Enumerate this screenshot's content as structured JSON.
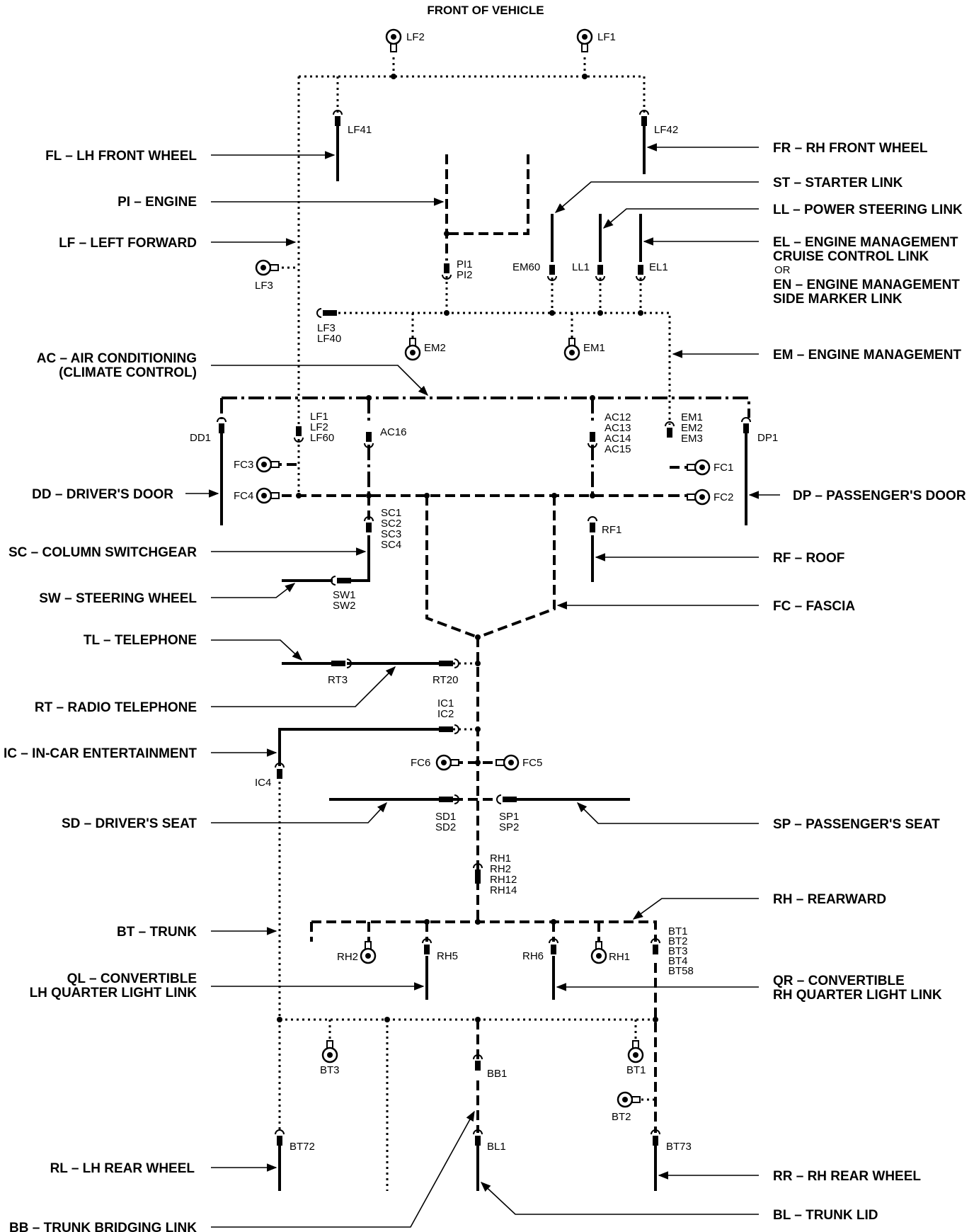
{
  "title": "FRONT OF VEHICLE",
  "left_labels": {
    "fl": "FL – LH FRONT WHEEL",
    "pi": "PI – ENGINE",
    "lf": "LF – LEFT FORWARD",
    "ac1": "AC – AIR CONDITIONING",
    "ac2": "(CLIMATE CONTROL)",
    "dd": "DD – DRIVER'S DOOR",
    "sc": "SC – COLUMN SWITCHGEAR",
    "sw": "SW – STEERING WHEEL",
    "tl": "TL – TELEPHONE",
    "rt": "RT – RADIO TELEPHONE",
    "ic": "IC – IN-CAR ENTERTAINMENT",
    "sd": "SD – DRIVER'S SEAT",
    "bt": "BT – TRUNK",
    "ql1": "QL – CONVERTIBLE",
    "ql2": "LH QUARTER LIGHT LINK",
    "rl": "RL – LH REAR WHEEL",
    "bb": "BB – TRUNK BRIDGING LINK"
  },
  "right_labels": {
    "fr": "FR – RH FRONT WHEEL",
    "st": "ST – STARTER LINK",
    "ll": "LL – POWER STEERING LINK",
    "el1": "EL – ENGINE MANAGEMENT",
    "el2": "CRUISE CONTROL LINK",
    "or": "OR",
    "en1": "EN – ENGINE MANAGEMENT",
    "en2": "SIDE MARKER LINK",
    "em": "EM – ENGINE MANAGEMENT",
    "dp": "DP – PASSENGER'S DOOR",
    "rf": "RF – ROOF",
    "fc": "FC – FASCIA",
    "sp": "SP – PASSENGER'S SEAT",
    "rh": "RH – REARWARD",
    "qr1": "QR – CONVERTIBLE",
    "qr2": "RH QUARTER LIGHT LINK",
    "rr": "RR – RH REAR WHEEL",
    "bl": "BL – TRUNK LID"
  },
  "connectors": {
    "lf2": "LF2",
    "lf1": "LF1",
    "lf41": "LF41",
    "lf42": "LF42",
    "pi1": "PI1",
    "pi2": "PI2",
    "em60": "EM60",
    "ll1": "LL1",
    "el1": "EL1",
    "lf3a": "LF3",
    "lf3b": "LF3",
    "lf40": "LF40",
    "em2": "EM2",
    "em1": "EM1",
    "dd1": "DD1",
    "lfg1": "LF1",
    "lfg2": "LF2",
    "lfg3": "LF60",
    "ac16": "AC16",
    "ac12": "AC12",
    "ac13": "AC13",
    "ac14": "AC14",
    "ac15": "AC15",
    "emg1": "EM1",
    "emg2": "EM2",
    "emg3": "EM3",
    "dp1": "DP1",
    "fc3": "FC3",
    "fc4": "FC4",
    "fc1": "FC1",
    "fc2": "FC2",
    "sc1": "SC1",
    "sc2": "SC2",
    "sc3": "SC3",
    "sc4": "SC4",
    "rf1": "RF1",
    "sw1": "SW1",
    "sw2": "SW2",
    "rt3": "RT3",
    "rt20": "RT20",
    "ic1": "IC1",
    "ic2": "IC2",
    "ic4": "IC4",
    "fc6": "FC6",
    "fc5": "FC5",
    "sd1": "SD1",
    "sd2": "SD2",
    "sp1": "SP1",
    "sp2": "SP2",
    "rh1a": "RH1",
    "rh2a": "RH2",
    "rh12": "RH12",
    "rh14": "RH14",
    "rh2b": "RH2",
    "rh5": "RH5",
    "rh6": "RH6",
    "rh1b": "RH1",
    "bt1a": "BT1",
    "bt2a": "BT2",
    "bt3a": "BT3",
    "bt4": "BT4",
    "bt58": "BT58",
    "bt3b": "BT3",
    "bb1": "BB1",
    "bt1b": "BT1",
    "bt2b": "BT2",
    "bt72": "BT72",
    "bl1": "BL1",
    "bt73": "BT73"
  }
}
